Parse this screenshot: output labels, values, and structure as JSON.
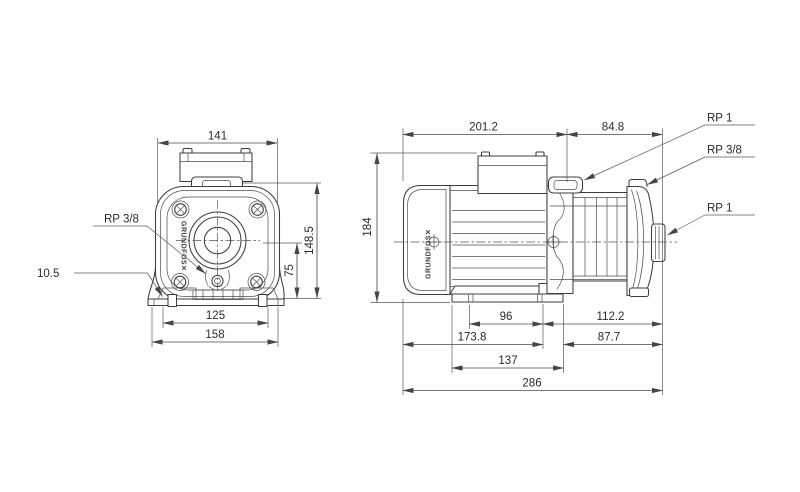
{
  "drawing_type": "pump dimensional drawing, front and side projection",
  "brand": {
    "logo_text": "GRUNDFOS✕"
  },
  "front_view": {
    "dim_width": "141",
    "label_drain": "RP 3/8",
    "dim_base_edge": "10.5",
    "dim_bolt_spacing": "125",
    "dim_base_width": "158",
    "dim_port_height": "75",
    "dim_height": "148.5"
  },
  "side_view": {
    "dim_motor_length": "201.2",
    "dim_head_length": "84.8",
    "dim_height": "184",
    "label_top_port": "RP 1",
    "label_plug": "RP 3/8",
    "label_end_port": "RP 1",
    "dim_foot_holes": "96",
    "dim_end_to_foot": "112.2",
    "dim_motor_end_to_foot": "173.8",
    "dim_flange_to_foot": "87.7",
    "dim_foot_length": "137",
    "dim_total_length": "286"
  }
}
